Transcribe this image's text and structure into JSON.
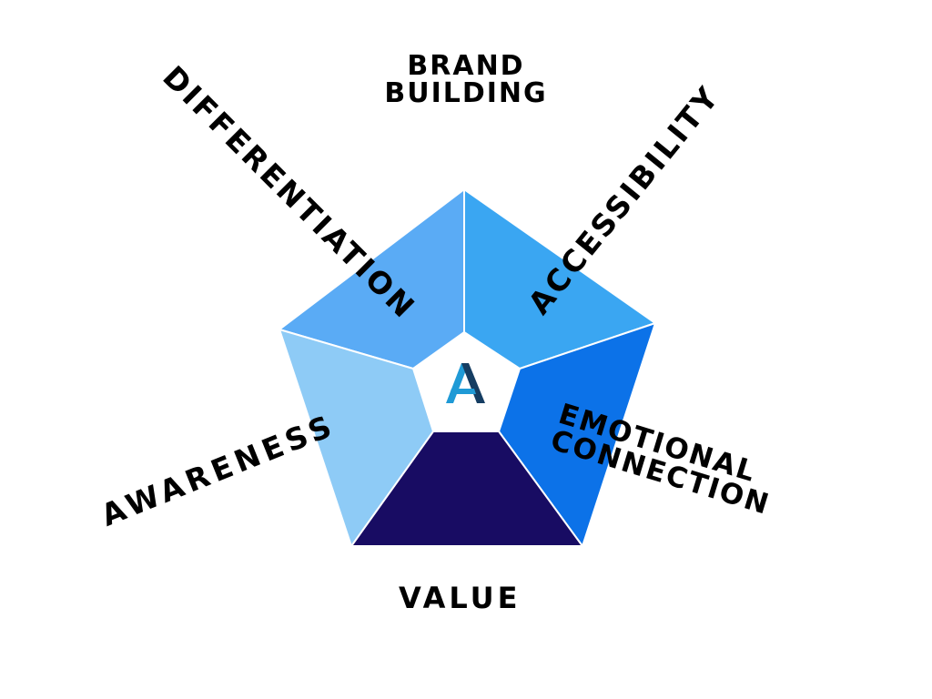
{
  "diagram": {
    "title_lines": [
      "BRAND",
      "BUILDING"
    ],
    "segments": [
      {
        "label": "DIFFERENTIATION",
        "color": "#5aabf5"
      },
      {
        "label": "ACCESSIBILITY",
        "color": "#3aa6f2"
      },
      {
        "label_lines": [
          "EMOTIONAL",
          "CONNECTION"
        ],
        "color": "#0c72e8"
      },
      {
        "label": "VALUE",
        "color": "#180c63"
      },
      {
        "label": "AWARENESS",
        "color": "#8ecbf6"
      }
    ],
    "center_logo": {
      "icon": "letter-a-logo-icon",
      "letter": "A",
      "colors": [
        "#1f9ad6",
        "#153d62"
      ]
    }
  }
}
